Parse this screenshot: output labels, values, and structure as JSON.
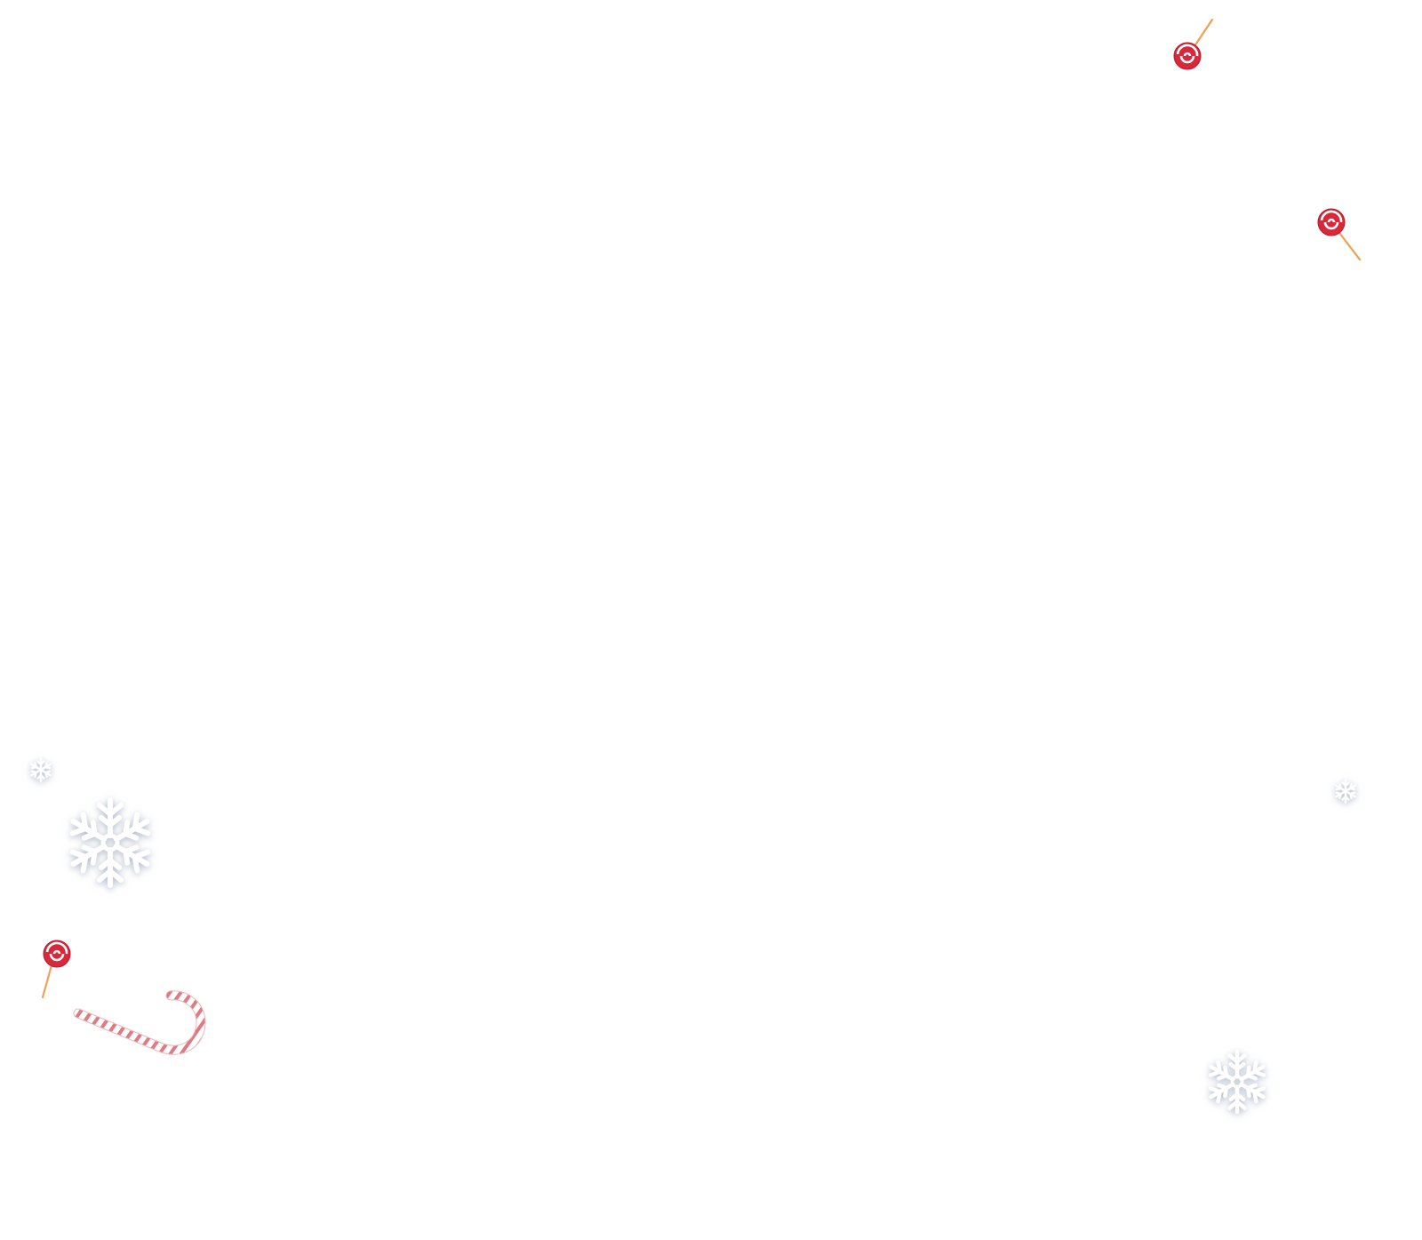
{
  "scene": {
    "background_color": "#ffffff",
    "decorations": [
      {
        "kind": "lollipop",
        "icon": "lollipop-icon"
      },
      {
        "kind": "lollipop",
        "icon": "lollipop-icon"
      },
      {
        "kind": "lollipop",
        "icon": "lollipop-icon"
      },
      {
        "kind": "snowflake",
        "icon": "snowflake-icon"
      },
      {
        "kind": "snowflake",
        "icon": "snowflake-icon"
      },
      {
        "kind": "snowflake",
        "icon": "snowflake-icon"
      },
      {
        "kind": "snowflake",
        "icon": "snowflake-icon"
      },
      {
        "kind": "candy-cane",
        "icon": "candy-cane-icon"
      }
    ],
    "colors": {
      "candy_red": "#d8283a",
      "candy_white": "#ffffff",
      "stick_orange": "#f0a050",
      "snowflake_fill": "#ffffff",
      "snowflake_shadow": "#8ea2bf",
      "cane_pink": "#e07a82"
    }
  }
}
